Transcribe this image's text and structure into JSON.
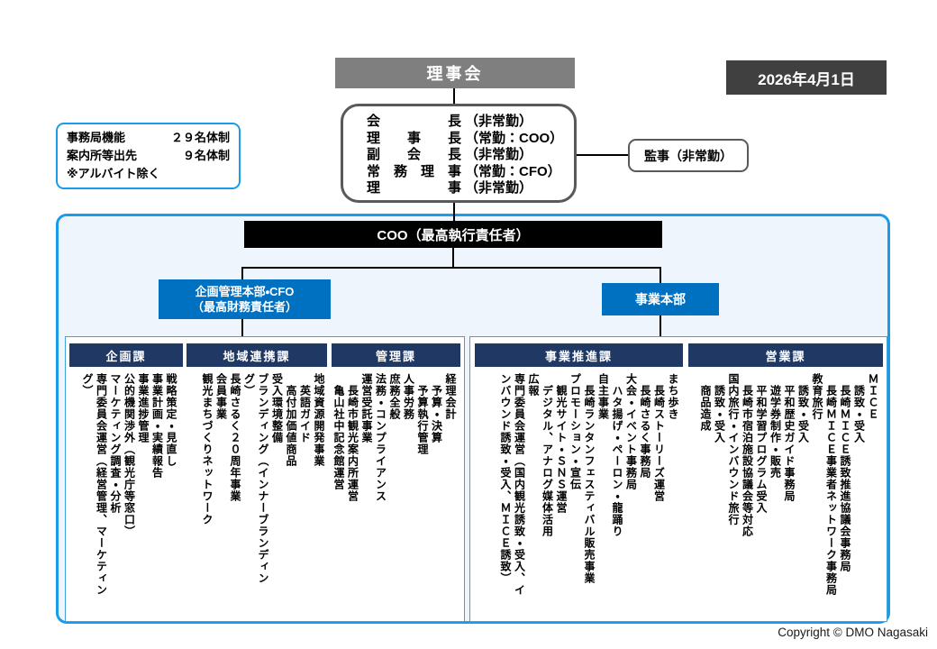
{
  "date_badge": "2026年4月1日",
  "board": {
    "title": "理事会"
  },
  "staff_info": {
    "rows": [
      {
        "label": "事務局機能",
        "value": "２９名体制"
      },
      {
        "label": "案内所等出先",
        "value": "９名体制"
      }
    ],
    "note": "※アルバイト除く"
  },
  "officers": {
    "rows": [
      {
        "post": "会長",
        "note": "（非常勤）"
      },
      {
        "post": "理事長",
        "note": "（常勤：COO）"
      },
      {
        "post": "副会長",
        "note": "（非常勤）"
      },
      {
        "post": "常務理事",
        "note": "（常勤：CFO）"
      },
      {
        "post": "理事",
        "note": "（非常勤）"
      }
    ]
  },
  "auditor": {
    "label": "監事（非常勤）"
  },
  "coo_bar": {
    "label": "COO（最高執行責任者）"
  },
  "divisions": [
    {
      "label": "企画管理本部・CFO",
      "sublabel": "（最高財務責任者）"
    },
    {
      "label": "事業本部",
      "sublabel": ""
    }
  ],
  "departments": [
    {
      "name": "企画課",
      "items": [
        {
          "text": "戦略策定・見直し",
          "indent": 0
        },
        {
          "text": "事業計画・実績報告",
          "indent": 0
        },
        {
          "text": "事業進捗管理",
          "indent": 0
        },
        {
          "text": "公的機関渉外（観光庁等窓口）",
          "indent": 0
        },
        {
          "text": "マーケティング調査・分析",
          "indent": 0
        },
        {
          "text": "専門委員会運営（経営管理、マーケティング）",
          "indent": 0
        }
      ]
    },
    {
      "name": "地域連携課",
      "items": [
        {
          "text": "地域資源開発事業",
          "indent": 0
        },
        {
          "text": "英語ガイド",
          "indent": 1
        },
        {
          "text": "高付加価値商品",
          "indent": 1
        },
        {
          "text": "受入環境整備",
          "indent": 0
        },
        {
          "text": "ブランディング（インナーブランディング）",
          "indent": 0
        },
        {
          "text": "長崎さるく２０周年事業",
          "indent": 0
        },
        {
          "text": "会員事業",
          "indent": 0
        },
        {
          "text": "観光まちづくりネットワーク",
          "indent": 0
        }
      ]
    },
    {
      "name": "管理課",
      "items": [
        {
          "text": "経理会計",
          "indent": 0
        },
        {
          "text": "予算・決算",
          "indent": 1
        },
        {
          "text": "予算執行管理",
          "indent": 1
        },
        {
          "text": "人事労務",
          "indent": 0
        },
        {
          "text": "庶務全般",
          "indent": 0
        },
        {
          "text": "法務・コンプライアンス",
          "indent": 0
        },
        {
          "text": "運営受託事業",
          "indent": 0
        },
        {
          "text": "長崎市観光案内所運営",
          "indent": 1
        },
        {
          "text": "亀山社中記念館運営",
          "indent": 1
        }
      ]
    },
    {
      "name": "事業推進課",
      "items": [
        {
          "text": "まち歩き",
          "indent": 0
        },
        {
          "text": "長崎ストーリーズ運営",
          "indent": 1
        },
        {
          "text": "長崎さるく事務局",
          "indent": 1
        },
        {
          "text": "大会・イベント事務局",
          "indent": 0
        },
        {
          "text": "ハタ揚げ・ペーロン・龍踊り",
          "indent": 1
        },
        {
          "text": "自主事業",
          "indent": 0
        },
        {
          "text": "長崎ランタンフェスティバル販売事業",
          "indent": 1
        },
        {
          "text": "プロモーション・宣伝",
          "indent": 0
        },
        {
          "text": "観光サイト・ＳＮＳ運営",
          "indent": 1
        },
        {
          "text": "デジタル、アナログ媒体活用",
          "indent": 1
        },
        {
          "text": "広報",
          "indent": 0
        },
        {
          "text": "専門委員会運営（国内観光誘致・受入、インバウンド誘致・受入、ＭＩＣＥ誘致）",
          "indent": 0
        }
      ]
    },
    {
      "name": "営業課",
      "items": [
        {
          "text": "ＭＩＣＥ",
          "indent": 0
        },
        {
          "text": "誘致・受入",
          "indent": 1
        },
        {
          "text": "長崎ＭＩＣＥ誘致推進協議会事務局",
          "indent": 1
        },
        {
          "text": "長崎ＭＩＣＥ事業者ネットワーク事務局",
          "indent": 1
        },
        {
          "text": "教育旅行",
          "indent": 0
        },
        {
          "text": "誘致・受入",
          "indent": 1
        },
        {
          "text": "平和歴史ガイド事務局",
          "indent": 1
        },
        {
          "text": "遊学券制作・販売",
          "indent": 1
        },
        {
          "text": "平和学習プログラム受入",
          "indent": 1
        },
        {
          "text": "長崎市宿泊施設協議会等対応",
          "indent": 1
        },
        {
          "text": "国内旅行・インバウンド旅行",
          "indent": 0
        },
        {
          "text": "誘致・受入",
          "indent": 1
        },
        {
          "text": "商品造成",
          "indent": 1
        }
      ]
    }
  ],
  "copyright": "Copyright © DMO Nagasaki",
  "colors": {
    "board_gray": "#7F7F7F",
    "date_dark": "#404040",
    "accent_blue": "#0070C0",
    "header_navy": "#1F3864",
    "frame_blue": "#1B9CE8",
    "panel_bg": "#EFF5FC"
  }
}
